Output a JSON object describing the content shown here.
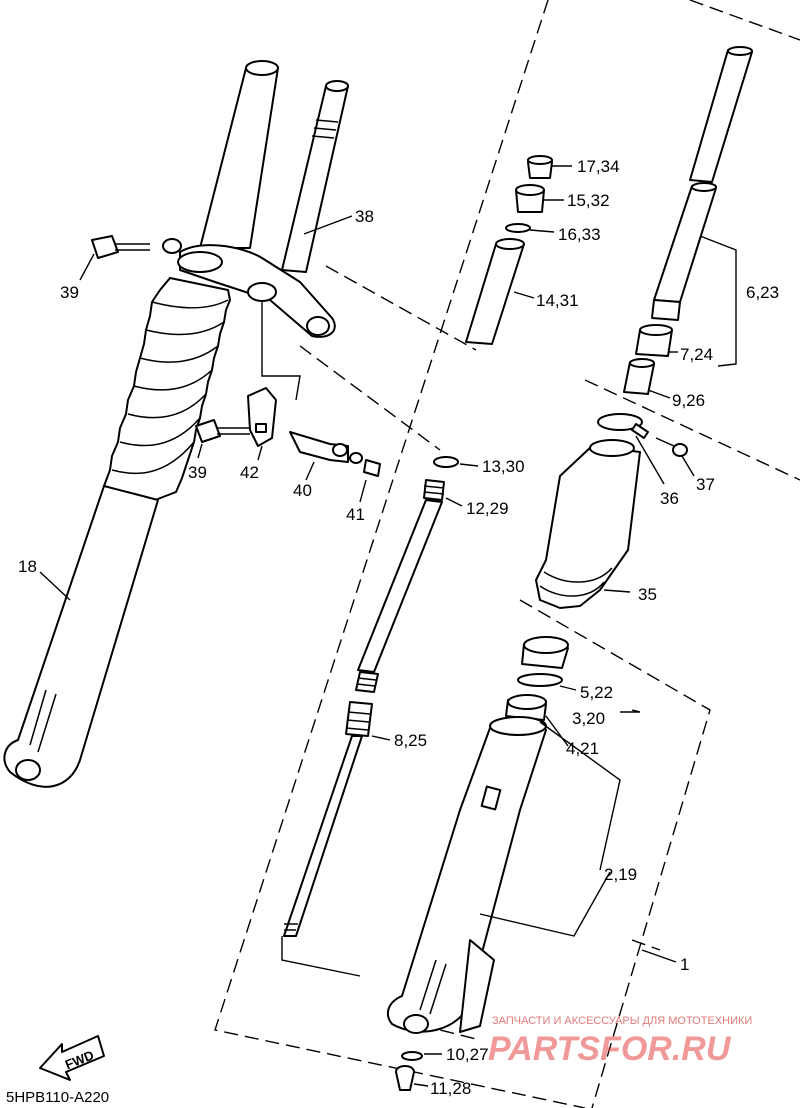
{
  "diagram_code": "5HPB110-A220",
  "fwd_label": "FWD",
  "watermark": {
    "top_line": "ЗАПЧАСТИ И АКСЕССУАРЫ ДЛЯ МОТОТЕХНИКИ",
    "brand": "PARTSFOR.RU"
  },
  "callouts": [
    {
      "id": "c-17-34",
      "text": "17,34"
    },
    {
      "id": "c-15-32",
      "text": "15,32"
    },
    {
      "id": "c-16-33",
      "text": "16,33"
    },
    {
      "id": "c-38",
      "text": "38"
    },
    {
      "id": "c-39-top",
      "text": "39"
    },
    {
      "id": "c-14-31",
      "text": "14,31"
    },
    {
      "id": "c-6-23",
      "text": "6,23"
    },
    {
      "id": "c-7-24",
      "text": "7,24"
    },
    {
      "id": "c-9-26",
      "text": "9,26"
    },
    {
      "id": "c-37",
      "text": "37"
    },
    {
      "id": "c-36",
      "text": "36"
    },
    {
      "id": "c-39-mid",
      "text": "39"
    },
    {
      "id": "c-42",
      "text": "42"
    },
    {
      "id": "c-40",
      "text": "40"
    },
    {
      "id": "c-41",
      "text": "41"
    },
    {
      "id": "c-13-30",
      "text": "13,30"
    },
    {
      "id": "c-12-29",
      "text": "12,29"
    },
    {
      "id": "c-35",
      "text": "35"
    },
    {
      "id": "c-18",
      "text": "18"
    },
    {
      "id": "c-5-22",
      "text": "5,22"
    },
    {
      "id": "c-3-20",
      "text": "3,20"
    },
    {
      "id": "c-4-21",
      "text": "4,21"
    },
    {
      "id": "c-8-25",
      "text": "8,25"
    },
    {
      "id": "c-2-19",
      "text": "2,19"
    },
    {
      "id": "c-1",
      "text": "1"
    },
    {
      "id": "c-10-27",
      "text": "10,27"
    },
    {
      "id": "c-11-28",
      "text": "11,28"
    }
  ]
}
